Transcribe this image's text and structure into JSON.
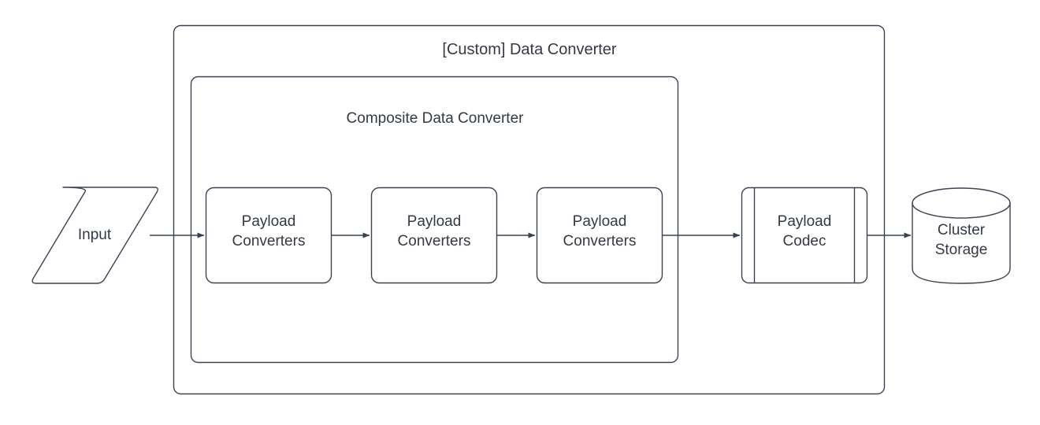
{
  "diagram": {
    "type": "flowchart",
    "background_color": "#ffffff",
    "stroke_color": "#3b4351",
    "text_color": "#343a44",
    "containers": [
      {
        "id": "custom-data-converter",
        "label": "[Custom] Data Converter",
        "shape": "rounded-rectangle"
      },
      {
        "id": "composite-data-converter",
        "label": "Composite Data Converter",
        "shape": "rounded-rectangle"
      }
    ],
    "nodes": [
      {
        "id": "input",
        "label": "Input",
        "shape": "parallelogram"
      },
      {
        "id": "payload-converters-1",
        "label": "Payload\nConverters",
        "shape": "rounded-rectangle"
      },
      {
        "id": "payload-converters-2",
        "label": "Payload\nConverters",
        "shape": "rounded-rectangle"
      },
      {
        "id": "payload-converters-3",
        "label": "Payload\nConverters",
        "shape": "rounded-rectangle"
      },
      {
        "id": "payload-codec",
        "label": "Payload\nCodec",
        "shape": "process"
      },
      {
        "id": "cluster-storage",
        "label": "Cluster\nStorage",
        "shape": "cylinder"
      }
    ],
    "edges": [
      {
        "from": "input",
        "to": "payload-converters-1",
        "arrow": "single"
      },
      {
        "from": "payload-converters-1",
        "to": "payload-converters-2",
        "arrow": "single"
      },
      {
        "from": "payload-converters-2",
        "to": "payload-converters-3",
        "arrow": "single"
      },
      {
        "from": "payload-converters-3",
        "to": "payload-codec",
        "arrow": "single"
      },
      {
        "from": "payload-codec",
        "to": "cluster-storage",
        "arrow": "single"
      }
    ]
  }
}
